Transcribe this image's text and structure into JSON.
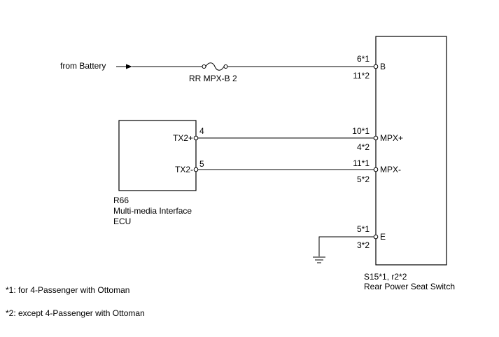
{
  "source": {
    "label": "from Battery"
  },
  "fuse": {
    "label": "RR MPX-B 2"
  },
  "ecu": {
    "code": "R66",
    "name_line1": "Multi-media Interface",
    "name_line2": "ECU",
    "terminals": [
      {
        "name": "TX2+",
        "pin": "4"
      },
      {
        "name": "TX2-",
        "pin": "5"
      }
    ]
  },
  "switch": {
    "code": "S15*1, r2*2",
    "name": "Rear Power Seat Switch",
    "terminals": [
      {
        "name": "B",
        "pin1": "6*1",
        "pin2": "11*2"
      },
      {
        "name": "MPX+",
        "pin1": "10*1",
        "pin2": "4*2"
      },
      {
        "name": "MPX-",
        "pin1": "11*1",
        "pin2": "5*2"
      },
      {
        "name": "E",
        "pin1": "5*1",
        "pin2": "3*2"
      }
    ]
  },
  "notes": [
    "*1: for 4-Passenger with Ottoman",
    "*2: except 4-Passenger with Ottoman"
  ],
  "colors": {
    "wire": "#000000",
    "background": "#ffffff"
  }
}
